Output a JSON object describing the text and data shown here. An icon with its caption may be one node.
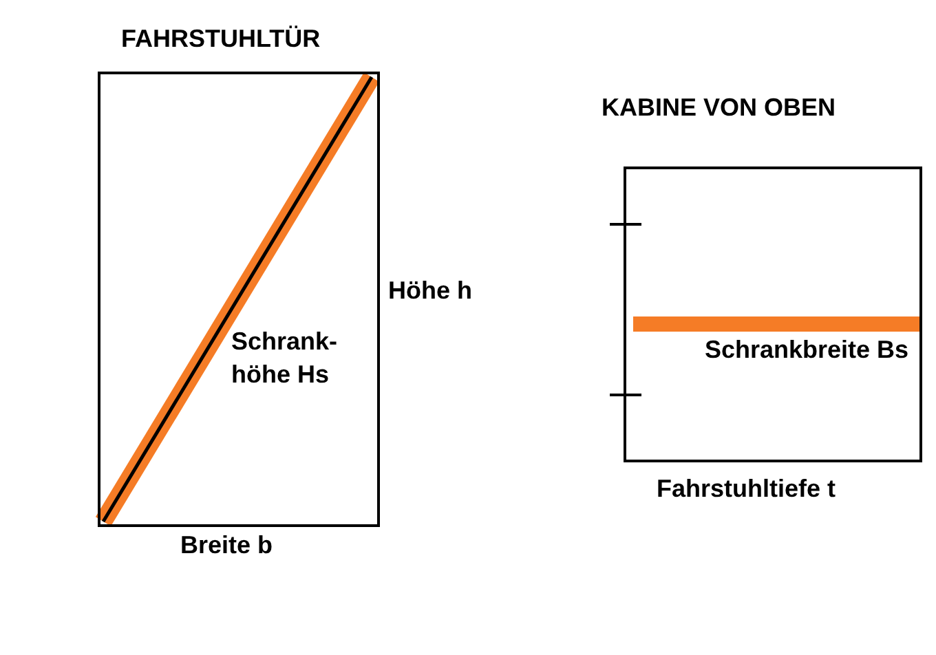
{
  "diagram": {
    "nodes": [
      {
        "text": [
          "FAHRSTUHLTÜR"
        ]
      },
      {
        "text": [
          "KABINE VON OBEN"
        ]
      }
    ],
    "edges": [],
    "labels": [
      "Höhe h",
      "Schrank- höhe Hs",
      "Breite b",
      "Schrankbreite Bs",
      "Fahrstuhltiefe t"
    ]
  }
}
